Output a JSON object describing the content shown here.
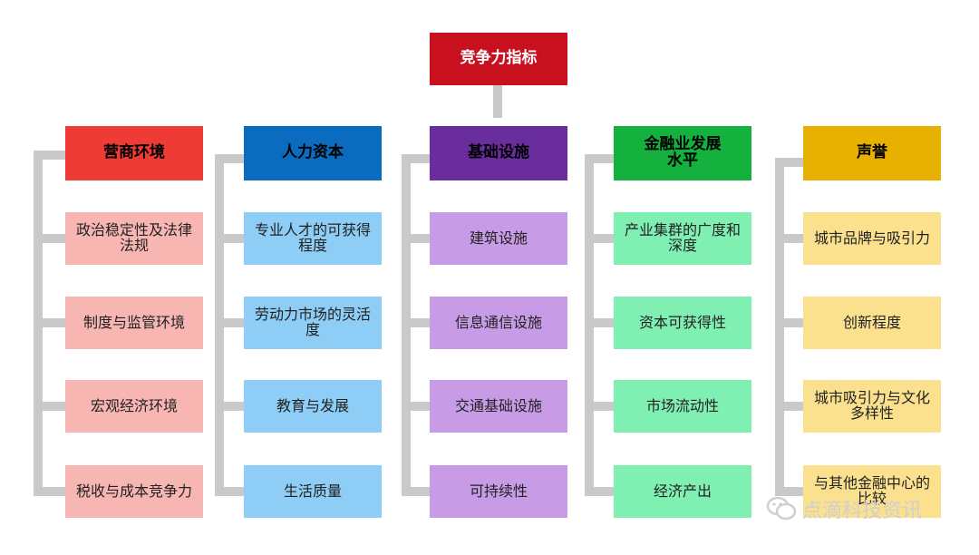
{
  "root": {
    "label": "竞争力指标"
  },
  "columns": [
    {
      "title": "营商环境",
      "header_bg": "#ef3b36",
      "header_fg": "#000000",
      "item_bg": "#f8b6b2",
      "items": [
        "政治稳定性及法律法规",
        "制度与监管环境",
        "宏观经济环境",
        "税收与成本竞争力"
      ]
    },
    {
      "title": "人力资本",
      "header_bg": "#0b6bbf",
      "header_fg": "#000000",
      "item_bg": "#8dcdf6",
      "items": [
        "专业人才的可获得程度",
        "劳动力市场的灵活度",
        "教育与发展",
        "生活质量"
      ]
    },
    {
      "title": "基础设施",
      "header_bg": "#6a2d9e",
      "header_fg": "#000000",
      "item_bg": "#c79be6",
      "items": [
        "建筑设施",
        "信息通信设施",
        "交通基础设施",
        "可持续性"
      ]
    },
    {
      "title": "金融业发展水平",
      "header_bg": "#15b13f",
      "header_fg": "#000000",
      "item_bg": "#7ff0b2",
      "items": [
        "产业集群的广度和深度",
        "资本可获得性",
        "市场流动性",
        "经济产出"
      ]
    },
    {
      "title": "声誉",
      "header_bg": "#e8b000",
      "header_fg": "#000000",
      "item_bg": "#fbe18e",
      "items": [
        "城市品牌与吸引力",
        "创新程度",
        "城市吸引力与文化多样性",
        "与其他金融中心的比较"
      ]
    }
  ],
  "watermark": {
    "text": "点滴科技资讯",
    "icon": "wechat-icon"
  },
  "connector_color": "#c9c9c9"
}
